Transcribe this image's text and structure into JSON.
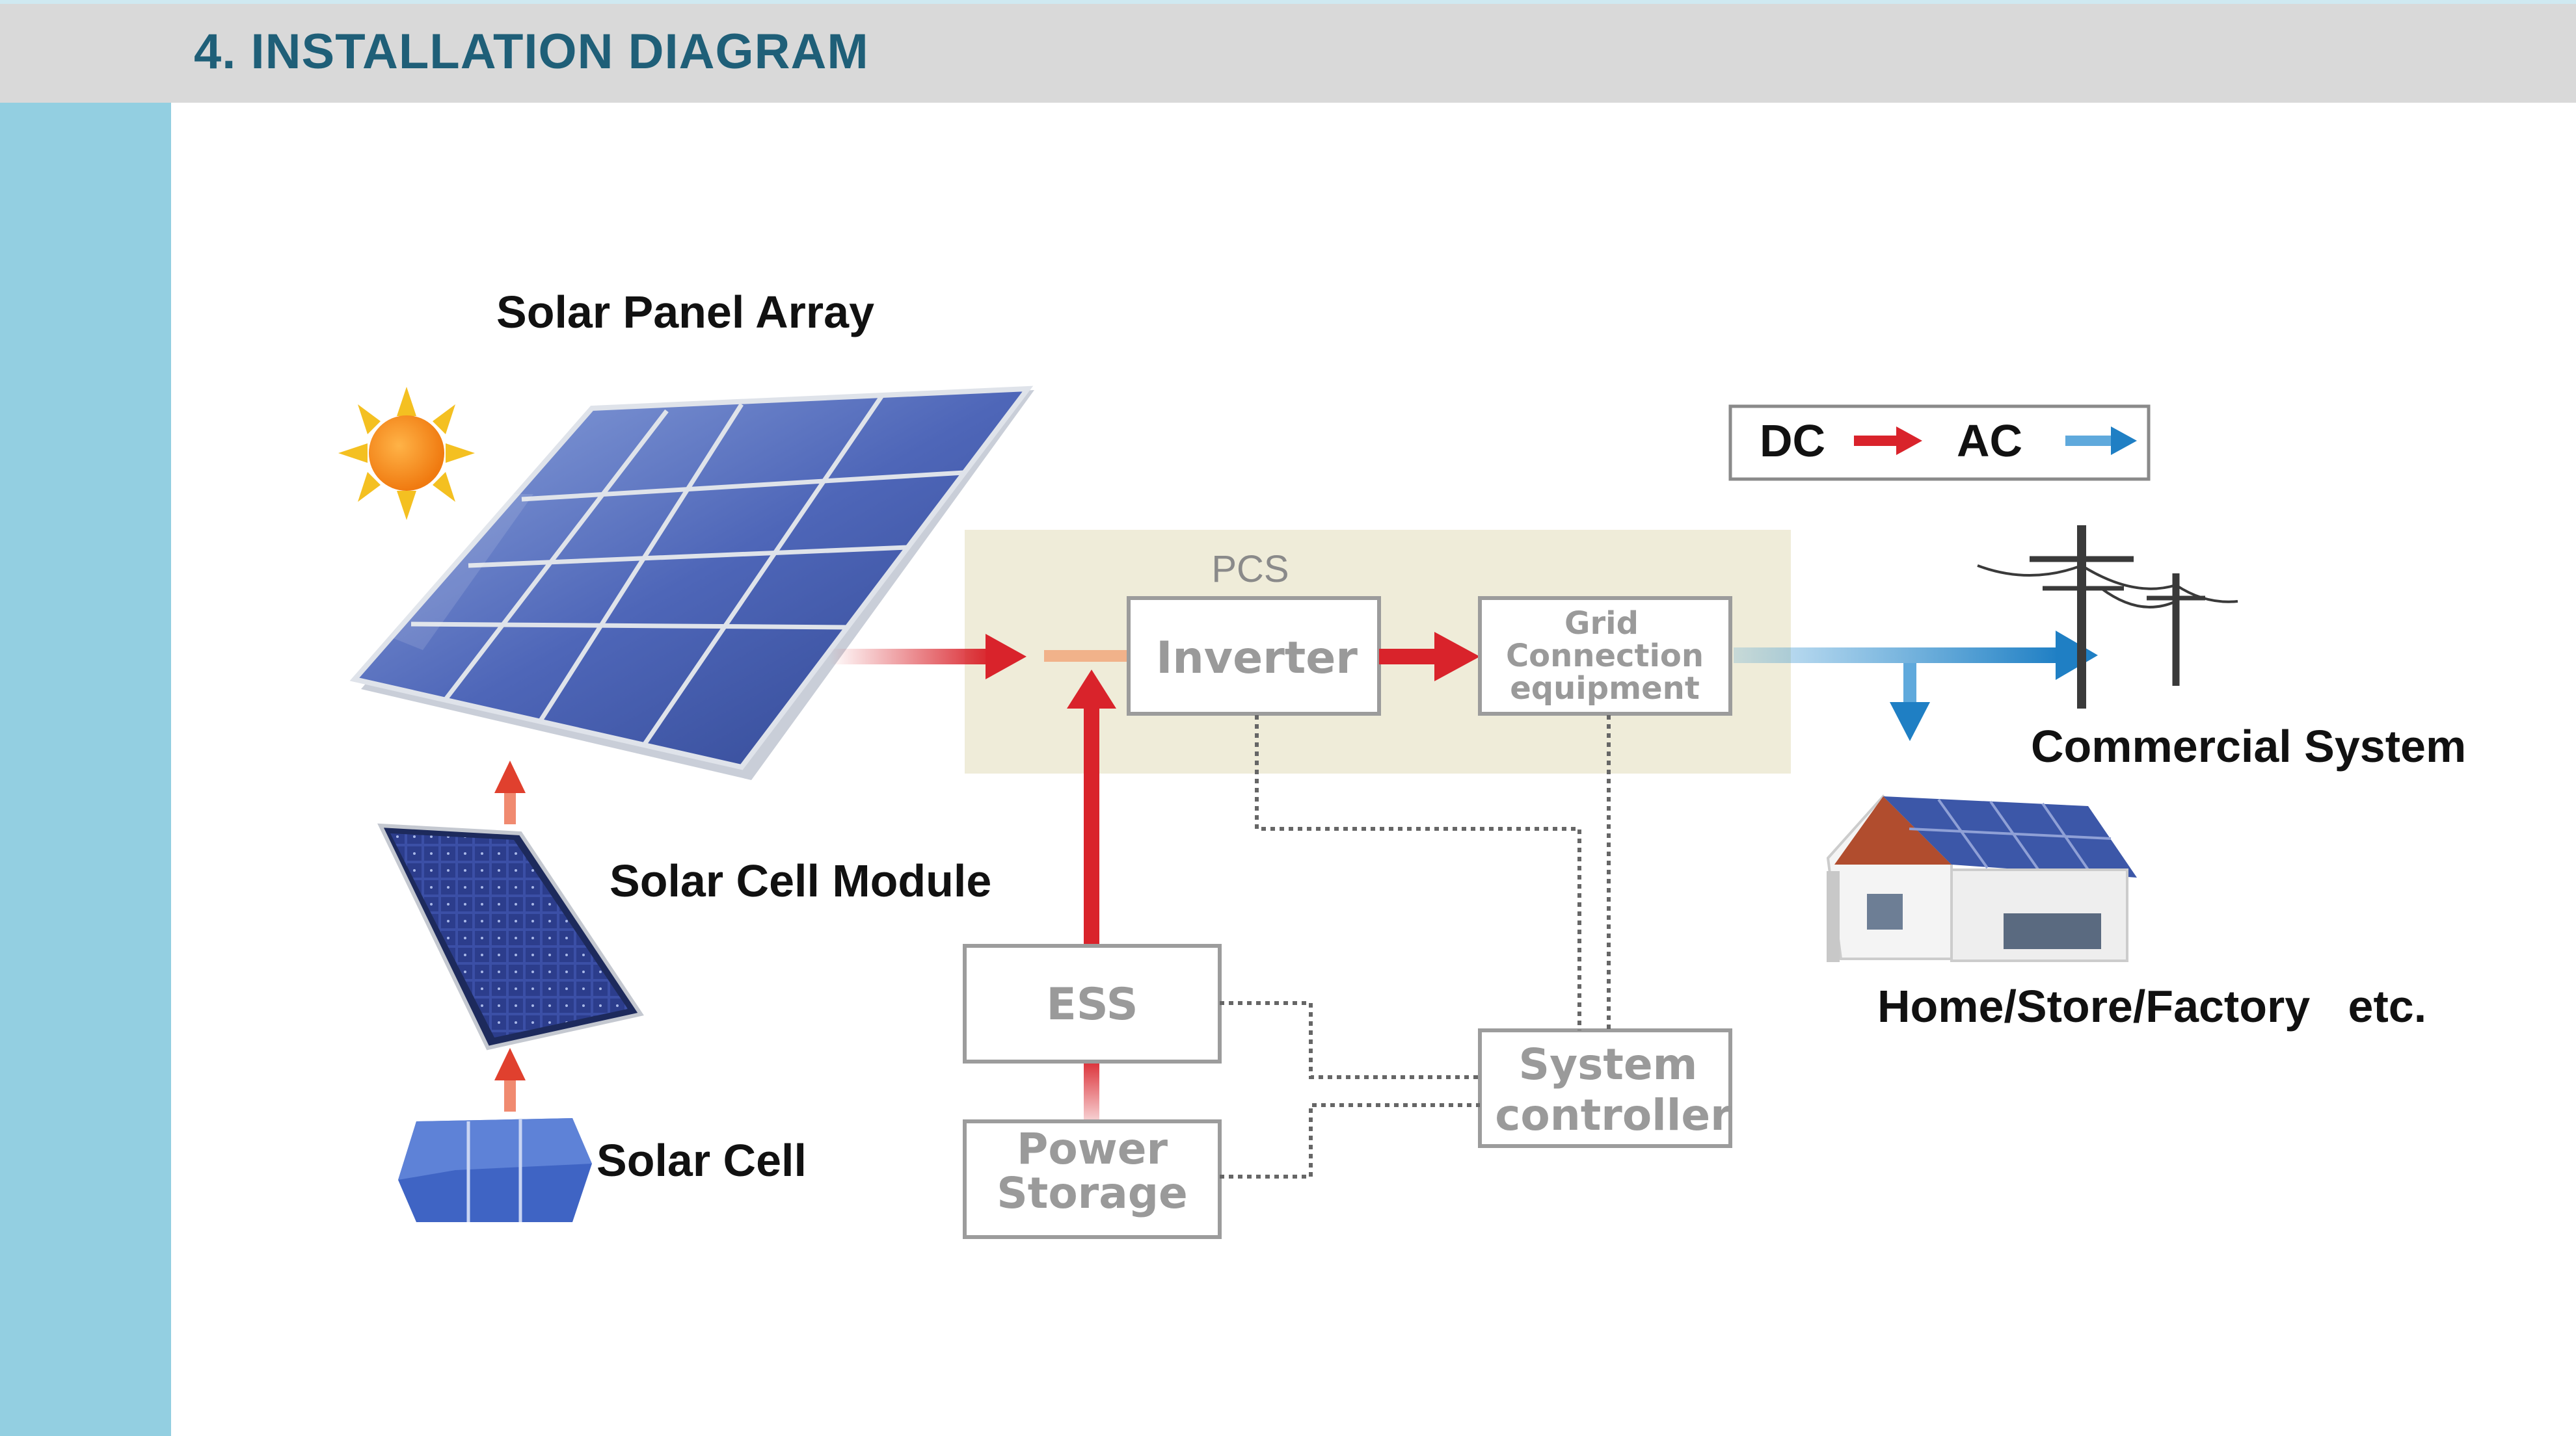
{
  "header": {
    "title": "4. INSTALLATION DIAGRAM"
  },
  "labels": {
    "solar_panel_array": "Solar Panel Array",
    "solar_cell_module": "Solar Cell Module",
    "solar_cell": "Solar Cell",
    "commercial_system": "Commercial System",
    "home_store_factory": "Home/Store/Factory   etc."
  },
  "legend": {
    "dc": "DC",
    "ac": "AC"
  },
  "pcs": {
    "title": "PCS",
    "inverter": "Inverter",
    "grid_line1": "Grid",
    "grid_line2": "Connection",
    "grid_line3": "equipment"
  },
  "ess": "ESS",
  "power_storage": {
    "line1": "Power",
    "line2": "Storage"
  },
  "system_controller": {
    "line1": "System",
    "line2": "controller"
  },
  "colors": {
    "header_bg": "#d9d9d9",
    "title": "#1f5f78",
    "sidebar": "#93cfe1",
    "dc_arrow": "#d9232b",
    "ac_arrow": "#2a8fd0",
    "pcs_bg": "#efecd9"
  }
}
